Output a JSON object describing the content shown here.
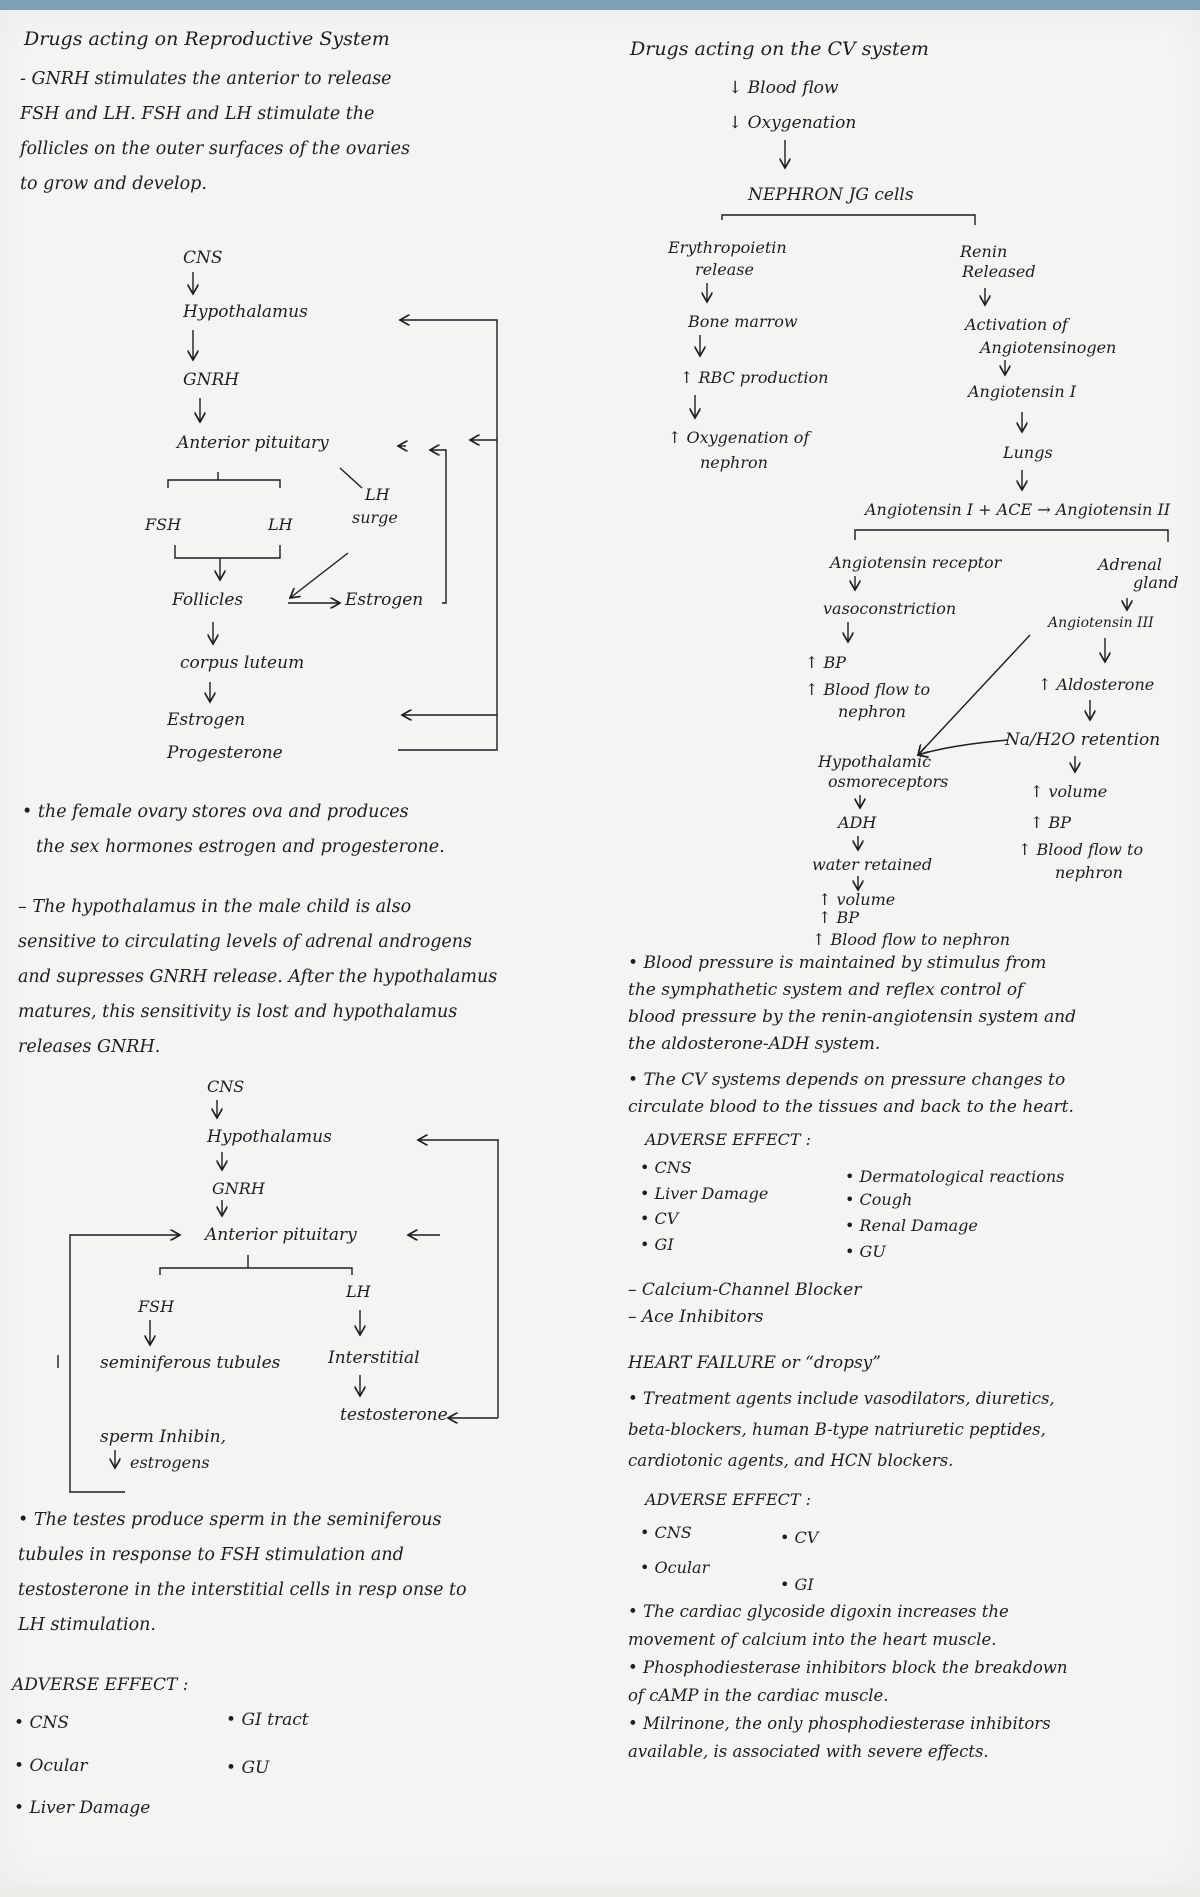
{
  "left": {
    "title": "Drugs acting on Reproductive System",
    "intro_lines": [
      "- GNRH stimulates the anterior to release",
      "FSH and LH. FSH and LH stimulate the",
      "follicles on the outer surfaces of the ovaries",
      "to grow and develop."
    ],
    "female_diagram": {
      "cns": "CNS",
      "hypothalamus": "Hypothalamus",
      "gnrh": "GNRH",
      "anterior_pituitary": "Anterior pituitary",
      "fsh": "FSH",
      "lh": "LH",
      "lh_surge": [
        "LH",
        "surge"
      ],
      "follicles": "Follicles",
      "estrogen": "Estrogen",
      "corpus_luteum": "corpus luteum",
      "estrogen2": "Estrogen",
      "progesterone": "Progesterone"
    },
    "female_note_lines": [
      "the female ovary stores ova and produces",
      "the sex hormones estrogen and progesterone."
    ],
    "male_note_lines": [
      "The hypothalamus in the male child is also",
      "sensitive to circulating levels of adrenal androgens",
      "and supresses GNRH release. After the hypothalamus",
      "matures, this sensitivity is lost and hypothalamus",
      "releases GNRH."
    ],
    "male_diagram": {
      "cns": "CNS",
      "hypothalamus": "Hypothalamus",
      "gnrh": "GNRH",
      "anterior_pituitary": "Anterior pituitary",
      "fsh": "FSH",
      "lh": "LH",
      "seminiferous": "seminiferous tubules",
      "interstitial": "Interstitial",
      "testosterone": "testosterone",
      "sperm_inhibin": "sperm Inhibin,",
      "estrogens": "estrogens"
    },
    "testes_note_lines": [
      "The testes produce sperm in the seminiferous",
      "tubules in response to FSH stimulation and",
      "testosterone in the interstitial cells in resp onse to",
      "LH stimulation."
    ],
    "adverse": {
      "heading": "ADVERSE EFFECT :",
      "col1": [
        "CNS",
        "Ocular",
        "Liver Damage"
      ],
      "col2": [
        "GI tract",
        "GU"
      ]
    }
  },
  "right": {
    "title": "Drugs acting on the CV system",
    "down1": "Blood flow",
    "down2": "Oxygenation",
    "nephron": "NEPHRON JG cells",
    "ep": {
      "line1": [
        "Erythropoietin",
        "release"
      ],
      "bone": "Bone marrow",
      "rbc": "RBC production",
      "oxy": [
        "Oxygenation of",
        "nephron"
      ]
    },
    "renin": {
      "released": [
        "Renin",
        "Released"
      ],
      "activation": [
        "Activation of",
        "Angiotensinogen"
      ],
      "ang1": "Angiotensin I",
      "lungs": "Lungs",
      "equation": "Angiotensin I + ACE → Angiotensin II"
    },
    "receptor_branch": {
      "receptor": "Angiotensin receptor",
      "vaso": "vasoconstriction",
      "bp": "BP",
      "flow": [
        "Blood flow to",
        "nephron"
      ],
      "osmo": [
        "Hypothalamic",
        "osmoreceptors"
      ],
      "adh": "ADH",
      "water": "water retained",
      "volume": "volume",
      "bp2": "BP",
      "flow2": "Blood flow to nephron"
    },
    "adrenal_branch": {
      "adrenal": [
        "Adrenal",
        "gland"
      ],
      "ang3": "Angiotensin III",
      "aldo": "Aldosterone",
      "na": "Na/H2O retention",
      "volume": "volume",
      "bp": "BP",
      "flow": [
        "Blood flow to",
        "nephron"
      ]
    },
    "bp_note_lines": [
      "Blood pressure is maintained by stimulus from",
      "the symphathetic system and reflex control of",
      "blood pressure by the renin-angiotensin system and",
      "the aldosterone-ADH system."
    ],
    "cv_note_lines": [
      "The CV systems depends on pressure changes to",
      "circulate blood to the tissues and back to the heart."
    ],
    "adverse1": {
      "heading": "ADVERSE EFFECT :",
      "col1": [
        "CNS",
        "Liver Damage",
        "CV",
        "GI"
      ],
      "col2": [
        "Dermatological reactions",
        "Cough",
        "Renal Damage",
        "GU"
      ]
    },
    "drug_lines": [
      "Calcium-Channel Blocker",
      "Ace Inhibitors"
    ],
    "hf_heading": "HEART FAILURE or “dropsy”",
    "hf_lines": [
      "Treatment agents include vasodilators, diuretics,",
      "beta-blockers, human B-type natriuretic peptides,",
      "cardiotonic agents, and HCN blockers."
    ],
    "adverse2": {
      "heading": "ADVERSE EFFECT :",
      "col1": [
        "CNS",
        "Ocular"
      ],
      "col2": [
        "CV",
        "GI"
      ]
    },
    "final_lines": [
      [
        "The cardiac glycoside digoxin increases the",
        "movement of calcium into the heart muscle."
      ],
      [
        "Phosphodiesterase inhibitors block the breakdown",
        "of cAMP in the cardiac muscle."
      ],
      [
        "Milrinone, the only phosphodiesterase inhibitors",
        "available, is associated with severe effects."
      ]
    ]
  }
}
